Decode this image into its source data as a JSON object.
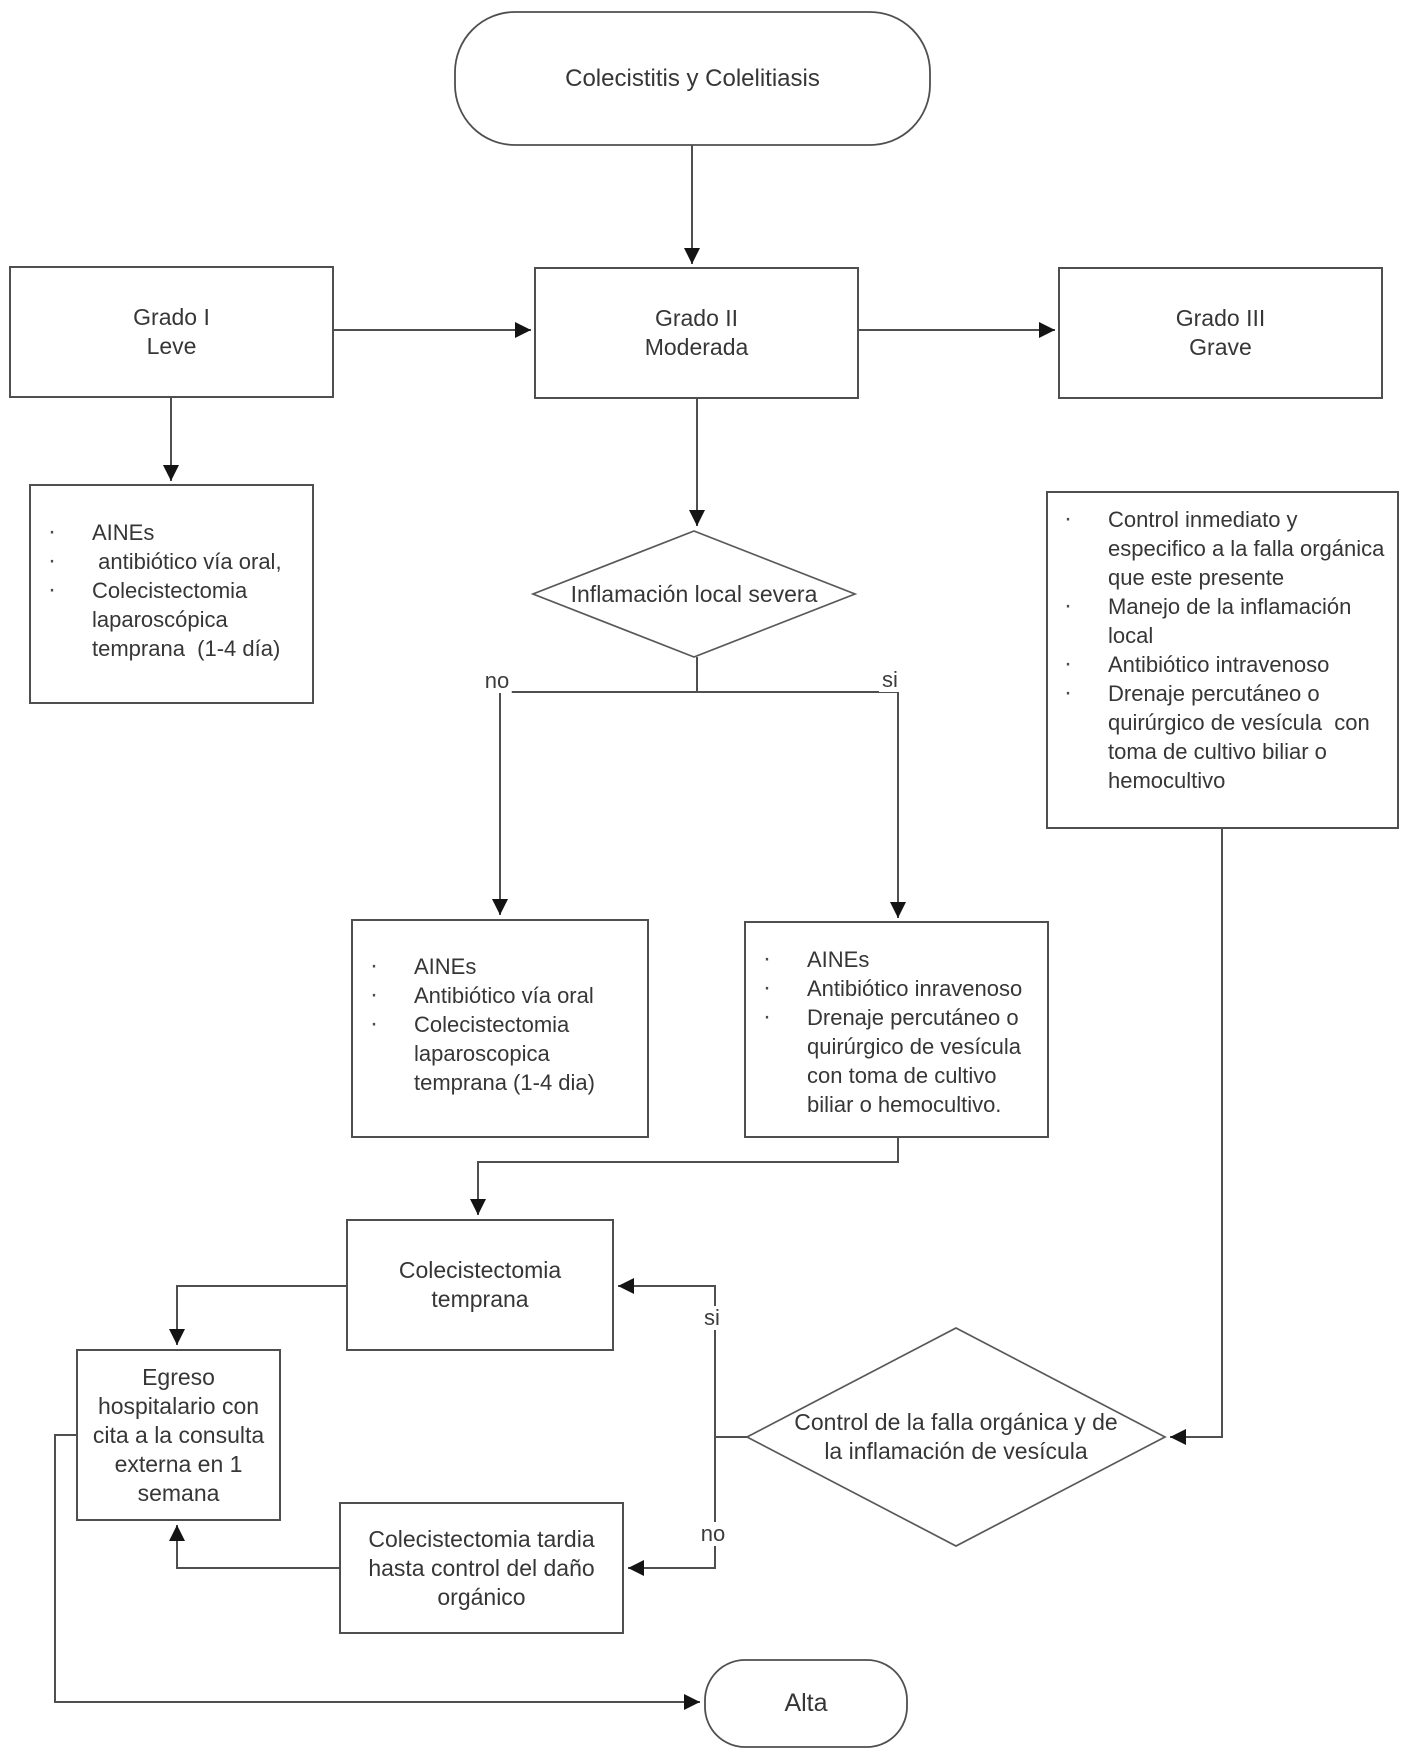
{
  "diagram_title": "Colecistitis y Colelitiasis",
  "nodes": {
    "start": {
      "label": "Colecistitis y Colelitiasis"
    },
    "grado1": {
      "line1": "Grado I",
      "line2": "Leve"
    },
    "grado2": {
      "line1": "Grado II",
      "line2": "Moderada"
    },
    "grado3": {
      "line1": "Grado III",
      "line2": "Grave"
    },
    "grado1_tx": {
      "items": [
        "AINEs",
        " antibiótico vía oral,",
        "Colecistectomia laparoscópica temprana  (1-4 día)"
      ]
    },
    "decision1": {
      "label": "Inflamación local severa"
    },
    "no_tx": {
      "items": [
        "AINEs",
        "Antibiótico vía oral",
        "Colecistectomia laparoscopica temprana (1-4 dia)"
      ]
    },
    "si_tx": {
      "items": [
        "AINEs",
        "Antibiótico inravenoso",
        "Drenaje percutáneo o quirúrgico de vesícula con toma de cultivo biliar o hemocultivo."
      ]
    },
    "grado3_tx": {
      "items": [
        "Control inmediato y especifico a la falla orgánica que este presente",
        "Manejo de la inflamación local",
        "Antibiótico intravenoso",
        "Drenaje percutáneo o quirúrgico de vesícula  con toma de cultivo biliar o hemocultivo"
      ]
    },
    "temprana": {
      "label": "Colecistectomia temprana"
    },
    "decision2": {
      "line1": "Control de la falla orgánica y de",
      "line2": "la inflamación de vesícula"
    },
    "egreso": {
      "label": "Egreso hospitalario con cita a la consulta externa en 1 semana"
    },
    "tardia": {
      "label": "Colecistectomia tardia hasta control del daño orgánico"
    },
    "alta": {
      "label": "Alta"
    }
  },
  "edge_labels": {
    "no1": "no",
    "si1": "si",
    "si2": "si",
    "no2": "no"
  },
  "colors": {
    "line": "#4f4f4f",
    "arrow": "#141414",
    "text": "#363636",
    "background": "#ffffff"
  }
}
